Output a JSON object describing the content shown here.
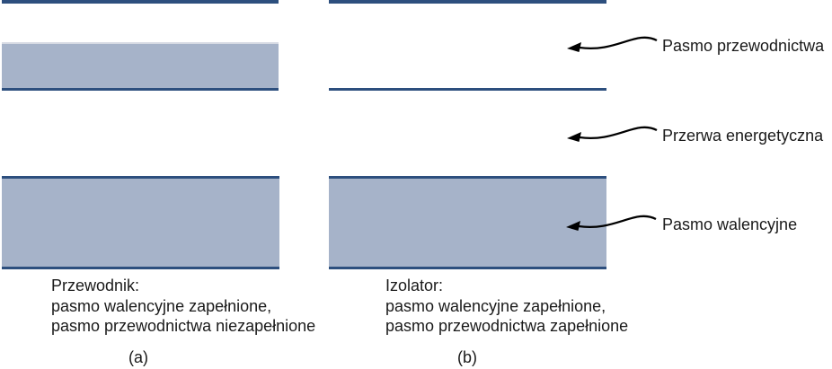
{
  "figure": {
    "panels": {
      "a": {
        "caption": [
          "Przewodnik:",
          "pasmo walencyjne zapełnione,",
          "pasmo przewodnictwa niezapełnione"
        ],
        "tag": "(a)"
      },
      "b": {
        "caption": [
          "Izolator:",
          "pasmo walencyjne zapełnione,",
          "pasmo przewodnictwa zapełnione"
        ],
        "tag": "(b)"
      }
    },
    "annotations": {
      "conduction_band": "Pasmo przewodnictwa",
      "energy_gap": "Przerwa energetyczna",
      "valence_band": "Pasmo walencyjne"
    },
    "colors": {
      "band_fill": "#a6b3c9",
      "band_edge": "#2d4f7e",
      "fill_top_edge": "#d6dae3",
      "text": "#1a1a1a",
      "arrow": "#000000"
    }
  }
}
